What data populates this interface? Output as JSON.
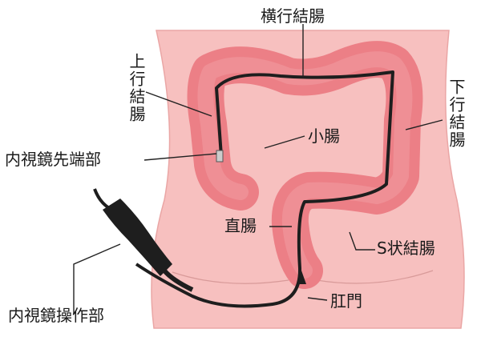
{
  "labels": {
    "transverse_colon": "横行結腸",
    "ascending_colon": "上行結腸",
    "descending_colon": "下行結腸",
    "endoscope_tip": "内視鏡先端部",
    "small_intestine": "小腸",
    "rectum": "直腸",
    "sigmoid_colon": "S状結腸",
    "endoscope_control": "内視鏡操作部",
    "anus": "肛門"
  },
  "colors": {
    "body": "#f7c0bf",
    "body_edge": "#e9a3a2",
    "colon": "#ec7f86",
    "colon_inner": "#f29aa0",
    "scope": "#1e1e1e",
    "leader": "#222222"
  }
}
